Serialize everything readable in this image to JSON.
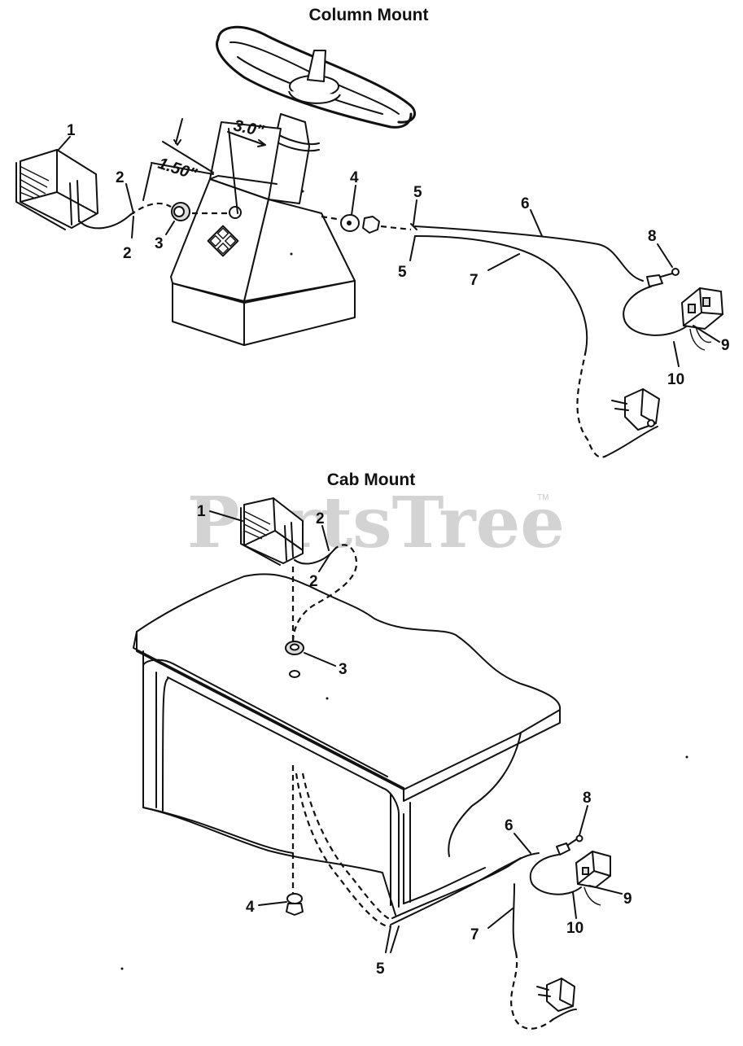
{
  "titles": {
    "column_mount": "Column Mount",
    "cab_mount": "Cab Mount"
  },
  "dimensions": {
    "d_3_0": "3.0\"",
    "d_1_50": "1.50\""
  },
  "watermark": {
    "text": "PartsTree",
    "trademark": "TM"
  },
  "column_callouts": [
    "1",
    "2",
    "2",
    "3",
    "4",
    "5",
    "5",
    "6",
    "7",
    "8",
    "9",
    "10"
  ],
  "cab_callouts": [
    "1",
    "2",
    "2",
    "3",
    "4",
    "5",
    "6",
    "7",
    "8",
    "9",
    "10"
  ]
}
